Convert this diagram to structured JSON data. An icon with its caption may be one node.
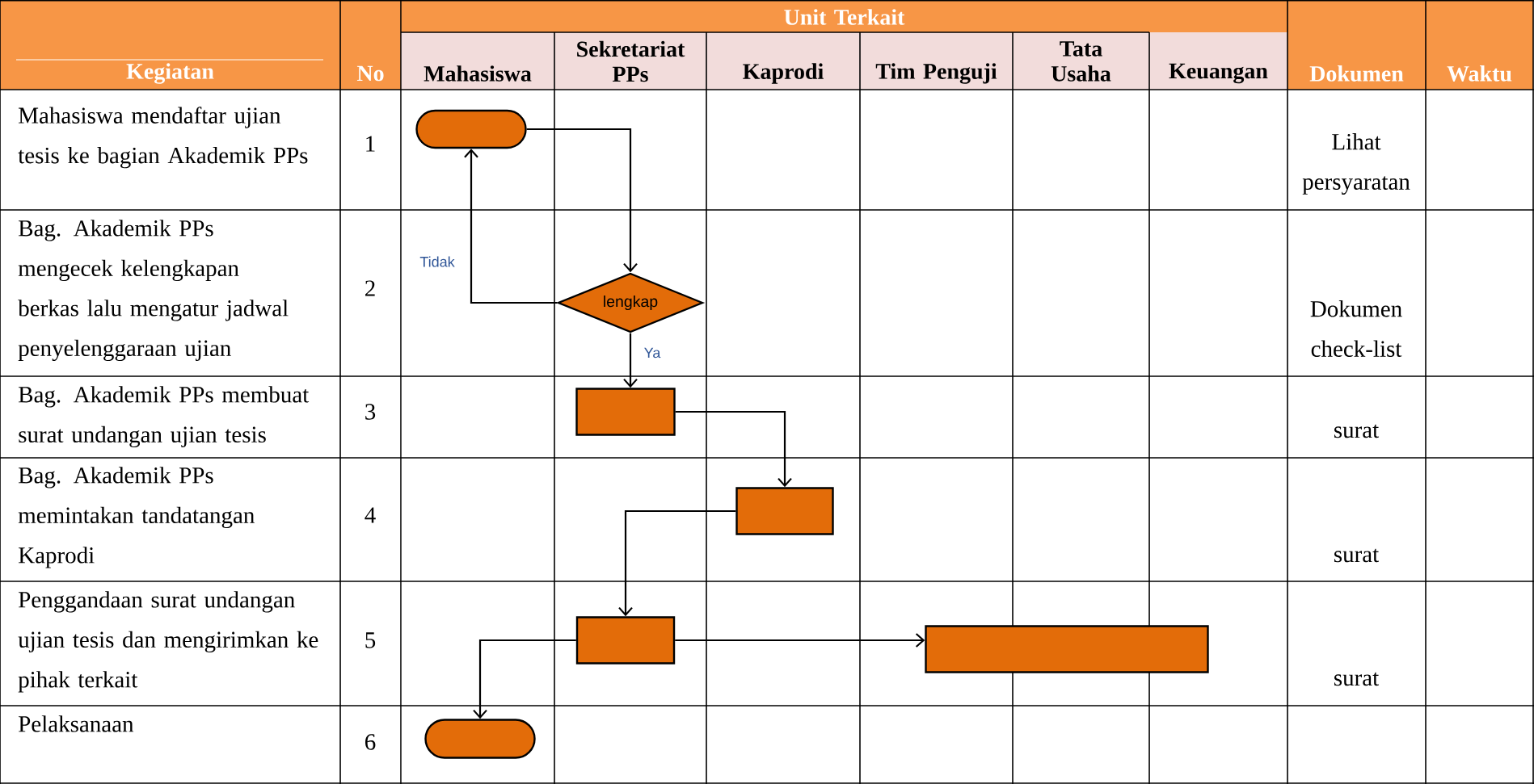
{
  "diagram": {
    "nodes": [
      {
        "text": [],
        "shape": "capsule"
      },
      {
        "text": [
          "lengkap"
        ]
      },
      {
        "text": [],
        "shape": "box"
      },
      {
        "text": [],
        "shape": "box"
      },
      {
        "text": [],
        "shape": "box"
      },
      {
        "text": [],
        "shape": "box"
      },
      {
        "text": [],
        "shape": "capsule"
      }
    ],
    "edges": [
      {
        "from": 0,
        "to": 1,
        "arrow": "to"
      },
      {
        "from": 1,
        "to": 0,
        "arrow": "to",
        "label": "Tidak"
      },
      {
        "from": 1,
        "to": 2,
        "arrow": "to",
        "label": "Ya"
      },
      {
        "from": 2,
        "to": 3,
        "arrow": "to"
      },
      {
        "from": 3,
        "to": 4,
        "arrow": "to"
      },
      {
        "from": 4,
        "to": 5,
        "arrow": "to"
      },
      {
        "from": 4,
        "to": 6,
        "arrow": "to"
      }
    ],
    "labels": [
      "Kegiatan",
      "No",
      "Unit Terkait",
      "Mahasiswa",
      "Sekretariat PPs",
      "Kaprodi",
      "Tim Penguji",
      "Tata Usaha",
      "Keuangan",
      "Dokumen",
      "Waktu",
      "Mahasiswa mendaftar ujian tesis ke bagian Akademik PPs",
      "1",
      "Lihat persyaratan",
      "Bag. Akademik PPs mengecek kelengkapan berkas lalu mengatur jadwal penyelenggaraan ujian",
      "2",
      "Dokumen check-list",
      "Bag. Akademik PPs membuat surat undangan ujian tesis",
      "3",
      "surat",
      "Bag. Akademik PPs memintakan tandatangan Kaprodi",
      "4",
      "surat",
      "Penggandaan surat undangan ujian tesis dan mengirimkan ke pihak terkait",
      "5",
      "surat",
      "Pelaksanaan",
      "6"
    ]
  }
}
